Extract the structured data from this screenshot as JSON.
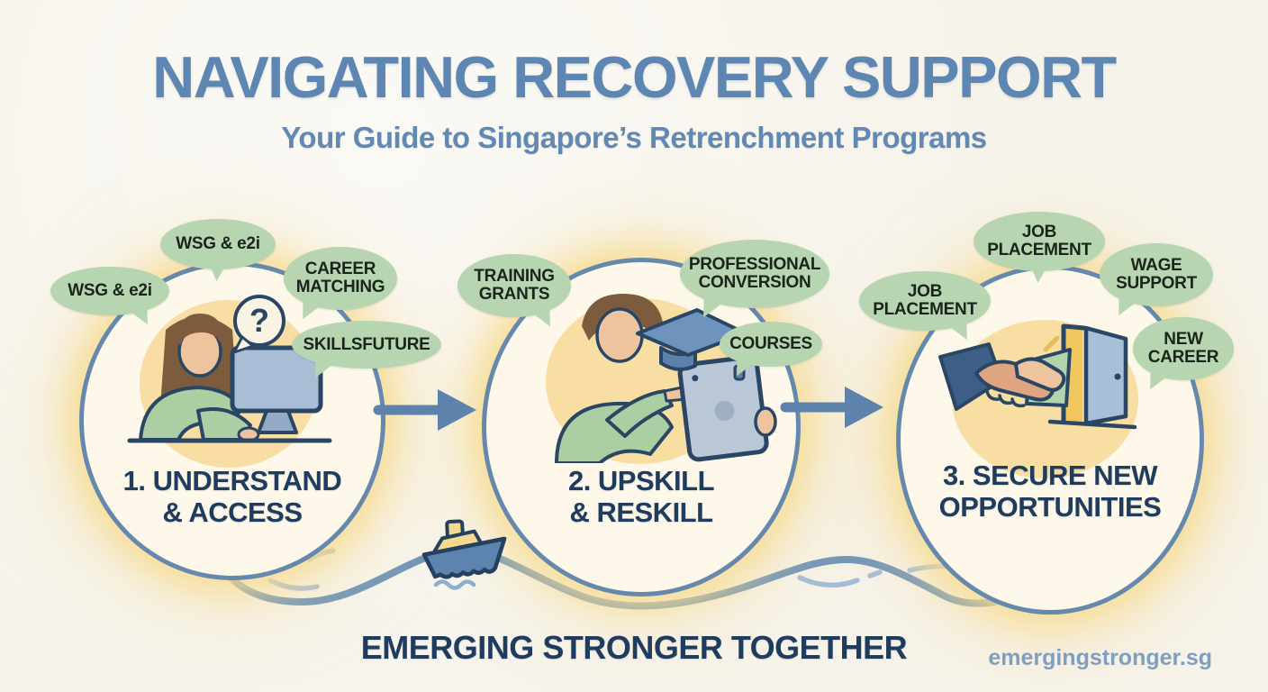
{
  "page": {
    "title": "NAVIGATING RECOVERY SUPPORT",
    "subtitle": "Your Guide to Singapore’s Retrenchment Programs"
  },
  "steps": [
    {
      "label1": "1. UNDERSTAND",
      "label2": "& ACCESS",
      "illustration": "woman-at-computer-with-question-bubble",
      "bubbles": [
        {
          "label": "WSG & e2i"
        },
        {
          "label": "WSG & e2i"
        },
        {
          "label": "CAREER MATCHING"
        },
        {
          "label": "SKILLSFUTURE"
        }
      ]
    },
    {
      "label1": "2. UPSKILL",
      "label2": "& RESKILL",
      "illustration": "man-with-tablet-and-graduation-cap",
      "bubbles": [
        {
          "label": "TRAINING GRANTS"
        },
        {
          "label": "PROFESSIONAL CONVERSION"
        },
        {
          "label": "COURSES"
        }
      ]
    },
    {
      "label1": "3. SECURE NEW",
      "label2": "OPPORTUNITIES",
      "illustration": "handshake-through-open-door",
      "bubbles": [
        {
          "label": "JOB PLACEMENT"
        },
        {
          "label": "JOB PLACEMENT"
        },
        {
          "label": "WAGE SUPPORT"
        },
        {
          "label": "NEW CAREER"
        }
      ]
    }
  ],
  "question_mark": "?",
  "divider": {
    "icon": "boat-on-waves"
  },
  "footer": {
    "tagline": "EMERGING STRONGER TOGETHER",
    "website": "emergingstronger.sg"
  },
  "colors": {
    "title_blue": "#5d86b2",
    "navy_text": "#1f3c5e",
    "bubble_green": "#b7d5b1",
    "circle_border": "#6588ad",
    "inner_yellow": "#f7db9b",
    "wave_blue": "#7095ba",
    "background": "#f6f3ea"
  }
}
